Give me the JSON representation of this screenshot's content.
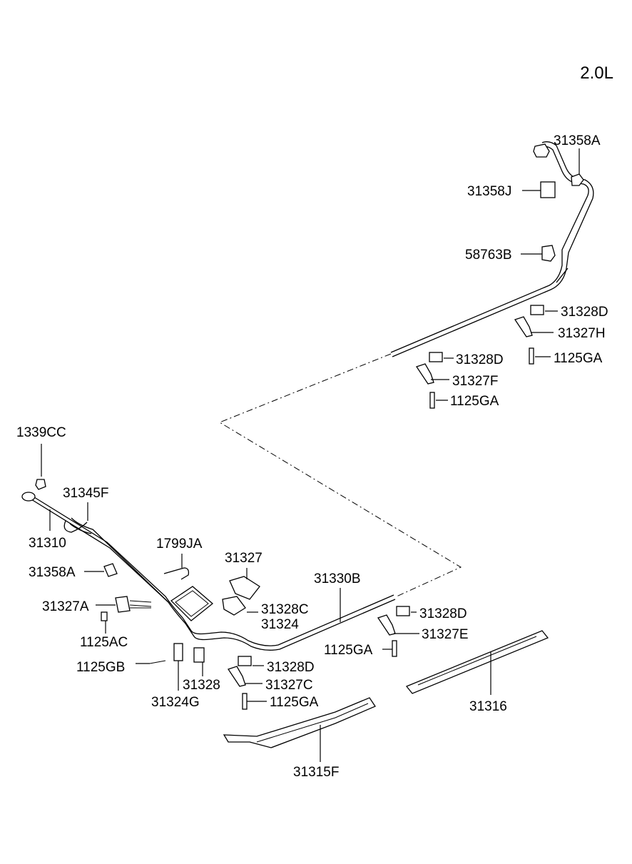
{
  "diagram": {
    "engine_label": "2.0L",
    "labels": {
      "p31358A_top": "31358A",
      "p31358J": "31358J",
      "p58763B": "58763B",
      "p31328D_r1": "31328D",
      "p31327H": "31327H",
      "p1125GA_r1": "1125GA",
      "p31328D_r2": "31328D",
      "p31327F": "31327F",
      "p1125GA_r2": "1125GA",
      "p1339CC": "1339CC",
      "p31345F": "31345F",
      "p31310": "31310",
      "p1799JA": "1799JA",
      "p31327": "31327",
      "p31330B": "31330B",
      "p31358A_left": "31358A",
      "p31327A": "31327A",
      "p31328C": "31328C",
      "p31324": "31324",
      "p31328D_r3": "31328D",
      "p31327E": "31327E",
      "p1125AC": "1125AC",
      "p1125GA_r3": "1125GA",
      "p1125GB": "1125GB",
      "p31328D_r4": "31328D",
      "p31327C": "31327C",
      "p31328": "31328",
      "p31324G": "31324G",
      "p1125GA_r4": "1125GA",
      "p31316": "31316",
      "p31315F": "31315F"
    }
  }
}
